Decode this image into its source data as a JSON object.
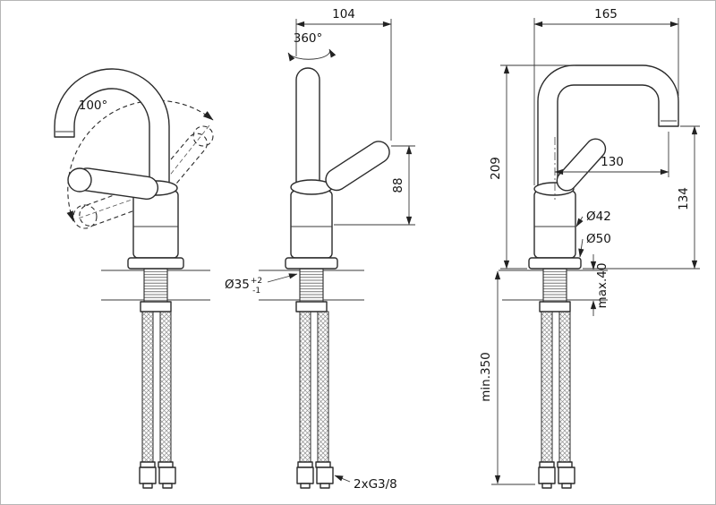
{
  "drawing": {
    "title": "basin-mixer-technical-drawing",
    "colors": {
      "line": "#2b2b2b",
      "dimension": "#3a3a3a",
      "background": "#ffffff",
      "border": "#b5b5b5"
    },
    "views": {
      "left": {
        "swivel_angle": "100°"
      },
      "middle": {
        "width": "104",
        "rotation": "360°",
        "handle_height": "88",
        "hole_diameter": "Ø35",
        "hole_tol_plus": "+2",
        "hole_tol_minus": "-1",
        "connection": "2xG3/8"
      },
      "right": {
        "width": "165",
        "height": "209",
        "spout_reach": "130",
        "outlet_height": "134",
        "body_diameter": "Ø42",
        "base_diameter": "Ø50",
        "max_deck": "max.40",
        "min_hose": "min.350"
      }
    }
  }
}
